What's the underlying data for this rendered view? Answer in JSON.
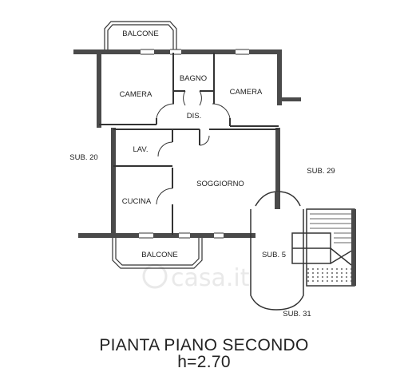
{
  "title": "PIANTA PIANO SECONDO",
  "subtitle": "h=2.70",
  "watermark": "casa.it",
  "rooms": {
    "balcone_top": "BALCONE",
    "camera_left": "CAMERA",
    "bagno": "BAGNO",
    "camera_right": "CAMERA",
    "dis": "DIS.",
    "lav": "LAV.",
    "soggiorno": "SOGGIORNO",
    "cucina": "CUCINA",
    "balcone_bottom": "BALCONE"
  },
  "neighbours": {
    "sub20": "SUB. 20",
    "sub29": "SUB. 29",
    "sub5": "SUB. 5",
    "sub31": "SUB. 31"
  },
  "colors": {
    "wall": "#4a4a4a",
    "line": "#333333",
    "watermark": "#e9e9e9"
  }
}
